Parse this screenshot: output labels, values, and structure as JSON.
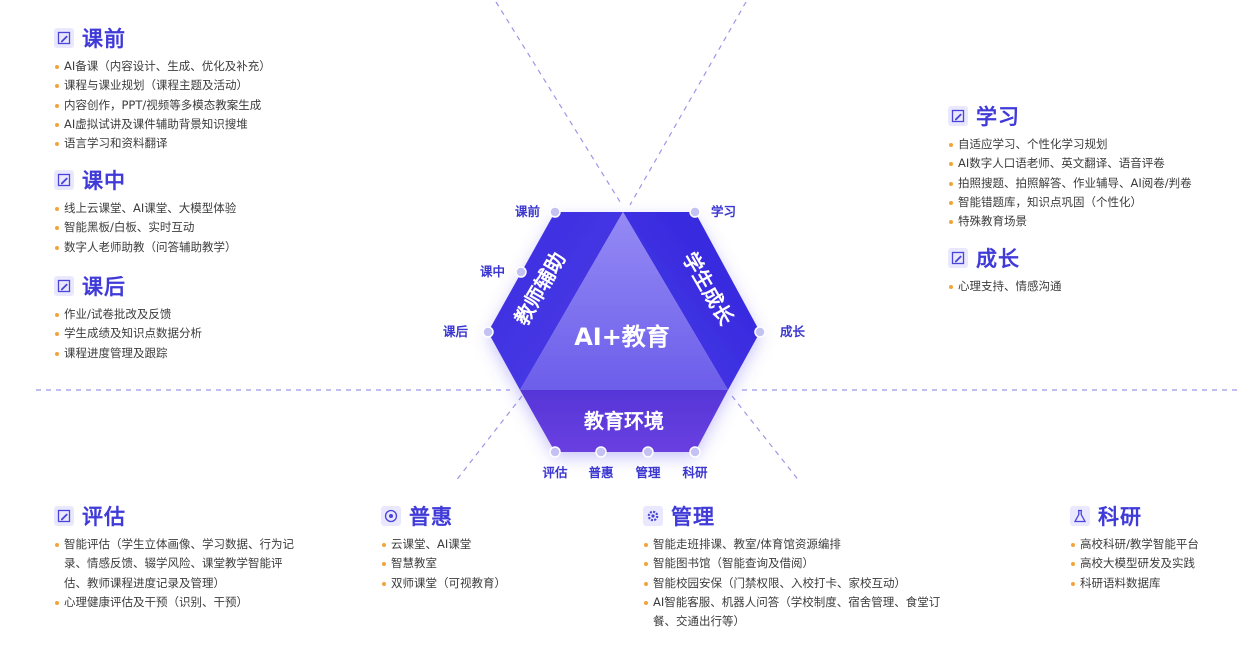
{
  "center": {
    "title": "AI+教育",
    "left_panel": "教师辅助",
    "right_panel": "学生成长",
    "bottom_panel": "教育环境"
  },
  "nodes": {
    "kq": "课前",
    "kz": "课中",
    "kh": "课后",
    "xx": "学习",
    "cz": "成长",
    "pg": "评估",
    "ph": "普惠",
    "gl": "管理",
    "ky": "科研"
  },
  "sections": {
    "kq": {
      "icon": "note-edit-icon",
      "title": "课前",
      "items": [
        "AI备课（内容设计、生成、优化及补充）",
        "课程与课业规划（课程主题及活动）",
        "内容创作，PPT/视频等多模态教案生成",
        "AI虚拟试讲及课件辅助背景知识搜堆",
        "语言学习和资料翻译"
      ]
    },
    "kz": {
      "icon": "note-edit-icon",
      "title": "课中",
      "items": [
        "线上云课堂、AI课堂、大模型体验",
        "智能黑板/白板、实时互动",
        "数字人老师助教（问答辅助教学）"
      ]
    },
    "kh": {
      "icon": "note-edit-icon",
      "title": "课后",
      "items": [
        "作业/试卷批改及反馈",
        "学生成绩及知识点数据分析",
        "课程进度管理及跟踪"
      ]
    },
    "xx": {
      "icon": "note-edit-icon",
      "title": "学习",
      "items": [
        "自适应学习、个性化学习规划",
        "AI数字人口语老师、英文翻译、语音评卷",
        "拍照搜题、拍照解答、作业辅导、AI阅卷/判卷",
        "智能错题库，知识点巩固（个性化）",
        "特殊教育场景"
      ]
    },
    "cz": {
      "icon": "note-edit-icon",
      "title": "成长",
      "items": [
        "心理支持、情感沟通"
      ]
    },
    "pg": {
      "icon": "note-edit-icon",
      "title": "评估",
      "items": [
        "智能评估（学生立体画像、学习数据、行为记录、情感反馈、辍学风险、课堂教学智能评估、教师课程进度记录及管理）",
        "心理健康评估及干预（识别、干预）"
      ]
    },
    "ph": {
      "icon": "target-icon",
      "title": "普惠",
      "items": [
        "云课堂、AI课堂",
        "智慧教室",
        "双师课堂（可视教育）"
      ]
    },
    "gl": {
      "icon": "gear-icon",
      "title": "管理",
      "items": [
        "智能走班排课、教室/体育馆资源编排",
        "智能图书馆（智能查询及借阅）",
        "智能校园安保（门禁权限、入校打卡、家校互动）",
        "AI智能客服、机器人问答（学校制度、宿舍管理、食堂订餐、交通出行等）"
      ]
    },
    "ky": {
      "icon": "flask-icon",
      "title": "科研",
      "items": [
        "高校科研/教学智能平台",
        "高校大模型研发及实践",
        "科研语料数据库"
      ]
    }
  },
  "colors": {
    "accent": "#3f3ad8",
    "bullet": "#f2a43a",
    "hex_dark": "#3424d8",
    "hex_light": "#7f72ee",
    "bottom": "#5a31d6"
  }
}
